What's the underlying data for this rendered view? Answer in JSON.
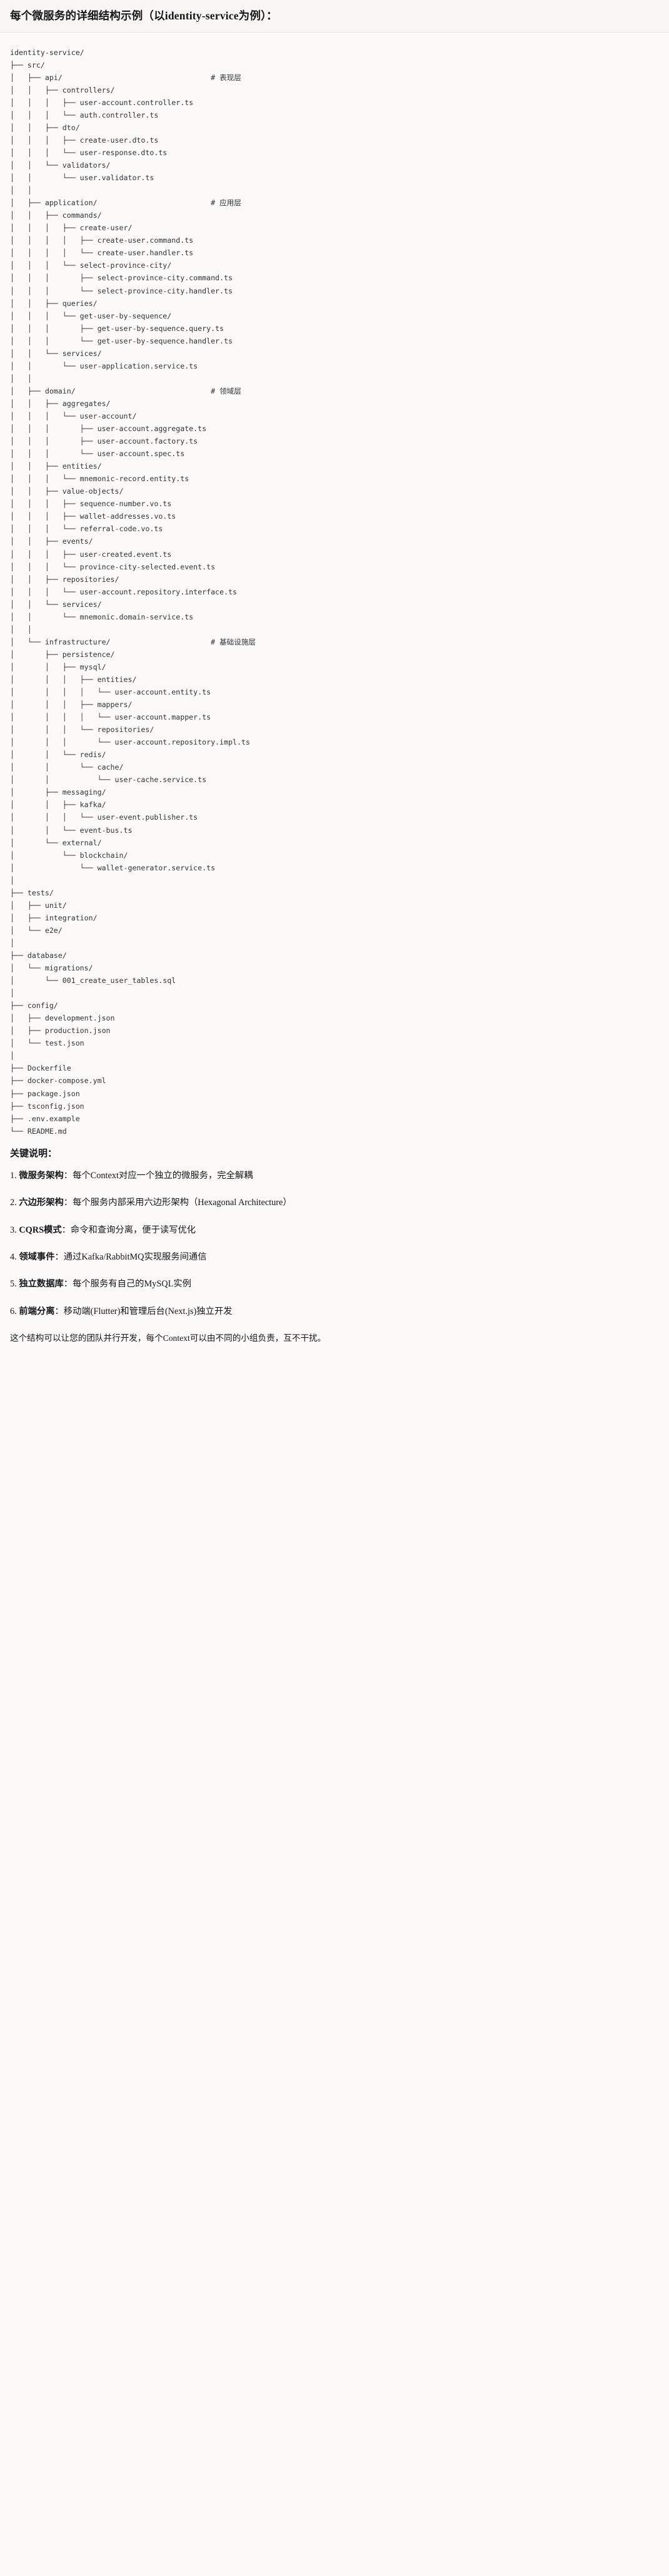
{
  "header": {
    "title": "每个微服务的详细结构示例（以identity-service为例）："
  },
  "tree": {
    "comment_column": 46,
    "lines": [
      {
        "prefix": "",
        "name": "identity-service/",
        "comment": ""
      },
      {
        "prefix": "├── ",
        "name": "src/",
        "comment": ""
      },
      {
        "prefix": "│   ├── ",
        "name": "api/",
        "comment": "# 表现层"
      },
      {
        "prefix": "│   │   ├── ",
        "name": "controllers/",
        "comment": ""
      },
      {
        "prefix": "│   │   │   ├── ",
        "name": "user-account.controller.ts",
        "comment": ""
      },
      {
        "prefix": "│   │   │   └── ",
        "name": "auth.controller.ts",
        "comment": ""
      },
      {
        "prefix": "│   │   ├── ",
        "name": "dto/",
        "comment": ""
      },
      {
        "prefix": "│   │   │   ├── ",
        "name": "create-user.dto.ts",
        "comment": ""
      },
      {
        "prefix": "│   │   │   └── ",
        "name": "user-response.dto.ts",
        "comment": ""
      },
      {
        "prefix": "│   │   └── ",
        "name": "validators/",
        "comment": ""
      },
      {
        "prefix": "│   │       └── ",
        "name": "user.validator.ts",
        "comment": ""
      },
      {
        "prefix": "│   │",
        "name": "",
        "comment": ""
      },
      {
        "prefix": "│   ├── ",
        "name": "application/",
        "comment": "# 应用层"
      },
      {
        "prefix": "│   │   ├── ",
        "name": "commands/",
        "comment": ""
      },
      {
        "prefix": "│   │   │   ├── ",
        "name": "create-user/",
        "comment": ""
      },
      {
        "prefix": "│   │   │   │   ├── ",
        "name": "create-user.command.ts",
        "comment": ""
      },
      {
        "prefix": "│   │   │   │   └── ",
        "name": "create-user.handler.ts",
        "comment": ""
      },
      {
        "prefix": "│   │   │   └── ",
        "name": "select-province-city/",
        "comment": ""
      },
      {
        "prefix": "│   │   │       ├── ",
        "name": "select-province-city.command.ts",
        "comment": ""
      },
      {
        "prefix": "│   │   │       └── ",
        "name": "select-province-city.handler.ts",
        "comment": ""
      },
      {
        "prefix": "│   │   ├── ",
        "name": "queries/",
        "comment": ""
      },
      {
        "prefix": "│   │   │   └── ",
        "name": "get-user-by-sequence/",
        "comment": ""
      },
      {
        "prefix": "│   │   │       ├── ",
        "name": "get-user-by-sequence.query.ts",
        "comment": ""
      },
      {
        "prefix": "│   │   │       └── ",
        "name": "get-user-by-sequence.handler.ts",
        "comment": ""
      },
      {
        "prefix": "│   │   └── ",
        "name": "services/",
        "comment": ""
      },
      {
        "prefix": "│   │       └── ",
        "name": "user-application.service.ts",
        "comment": ""
      },
      {
        "prefix": "│   │",
        "name": "",
        "comment": ""
      },
      {
        "prefix": "│   ├── ",
        "name": "domain/",
        "comment": "# 领域层"
      },
      {
        "prefix": "│   │   ├── ",
        "name": "aggregates/",
        "comment": ""
      },
      {
        "prefix": "│   │   │   └── ",
        "name": "user-account/",
        "comment": ""
      },
      {
        "prefix": "│   │   │       ├── ",
        "name": "user-account.aggregate.ts",
        "comment": ""
      },
      {
        "prefix": "│   │   │       ├── ",
        "name": "user-account.factory.ts",
        "comment": ""
      },
      {
        "prefix": "│   │   │       └── ",
        "name": "user-account.spec.ts",
        "comment": ""
      },
      {
        "prefix": "│   │   ├── ",
        "name": "entities/",
        "comment": ""
      },
      {
        "prefix": "│   │   │   └── ",
        "name": "mnemonic-record.entity.ts",
        "comment": ""
      },
      {
        "prefix": "│   │   ├── ",
        "name": "value-objects/",
        "comment": ""
      },
      {
        "prefix": "│   │   │   ├── ",
        "name": "sequence-number.vo.ts",
        "comment": ""
      },
      {
        "prefix": "│   │   │   ├── ",
        "name": "wallet-addresses.vo.ts",
        "comment": ""
      },
      {
        "prefix": "│   │   │   └── ",
        "name": "referral-code.vo.ts",
        "comment": ""
      },
      {
        "prefix": "│   │   ├── ",
        "name": "events/",
        "comment": ""
      },
      {
        "prefix": "│   │   │   ├── ",
        "name": "user-created.event.ts",
        "comment": ""
      },
      {
        "prefix": "│   │   │   └── ",
        "name": "province-city-selected.event.ts",
        "comment": ""
      },
      {
        "prefix": "│   │   ├── ",
        "name": "repositories/",
        "comment": ""
      },
      {
        "prefix": "│   │   │   └── ",
        "name": "user-account.repository.interface.ts",
        "comment": ""
      },
      {
        "prefix": "│   │   └── ",
        "name": "services/",
        "comment": ""
      },
      {
        "prefix": "│   │       └── ",
        "name": "mnemonic.domain-service.ts",
        "comment": ""
      },
      {
        "prefix": "│   │",
        "name": "",
        "comment": ""
      },
      {
        "prefix": "│   └── ",
        "name": "infrastructure/",
        "comment": "# 基础设施层"
      },
      {
        "prefix": "│       ├── ",
        "name": "persistence/",
        "comment": ""
      },
      {
        "prefix": "│       │   ├── ",
        "name": "mysql/",
        "comment": ""
      },
      {
        "prefix": "│       │   │   ├── ",
        "name": "entities/",
        "comment": ""
      },
      {
        "prefix": "│       │   │   │   └── ",
        "name": "user-account.entity.ts",
        "comment": ""
      },
      {
        "prefix": "│       │   │   ├── ",
        "name": "mappers/",
        "comment": ""
      },
      {
        "prefix": "│       │   │   │   └── ",
        "name": "user-account.mapper.ts",
        "comment": ""
      },
      {
        "prefix": "│       │   │   └── ",
        "name": "repositories/",
        "comment": ""
      },
      {
        "prefix": "│       │   │       └── ",
        "name": "user-account.repository.impl.ts",
        "comment": ""
      },
      {
        "prefix": "│       │   └── ",
        "name": "redis/",
        "comment": ""
      },
      {
        "prefix": "│       │       └── ",
        "name": "cache/",
        "comment": ""
      },
      {
        "prefix": "│       │           └── ",
        "name": "user-cache.service.ts",
        "comment": ""
      },
      {
        "prefix": "│       ├── ",
        "name": "messaging/",
        "comment": ""
      },
      {
        "prefix": "│       │   ├── ",
        "name": "kafka/",
        "comment": ""
      },
      {
        "prefix": "│       │   │   └── ",
        "name": "user-event.publisher.ts",
        "comment": ""
      },
      {
        "prefix": "│       │   └── ",
        "name": "event-bus.ts",
        "comment": ""
      },
      {
        "prefix": "│       └── ",
        "name": "external/",
        "comment": ""
      },
      {
        "prefix": "│           └── ",
        "name": "blockchain/",
        "comment": ""
      },
      {
        "prefix": "│               └── ",
        "name": "wallet-generator.service.ts",
        "comment": ""
      },
      {
        "prefix": "│",
        "name": "",
        "comment": ""
      },
      {
        "prefix": "├── ",
        "name": "tests/",
        "comment": ""
      },
      {
        "prefix": "│   ├── ",
        "name": "unit/",
        "comment": ""
      },
      {
        "prefix": "│   ├── ",
        "name": "integration/",
        "comment": ""
      },
      {
        "prefix": "│   └── ",
        "name": "e2e/",
        "comment": ""
      },
      {
        "prefix": "│",
        "name": "",
        "comment": ""
      },
      {
        "prefix": "├── ",
        "name": "database/",
        "comment": ""
      },
      {
        "prefix": "│   └── ",
        "name": "migrations/",
        "comment": ""
      },
      {
        "prefix": "│       └── ",
        "name": "001_create_user_tables.sql",
        "comment": ""
      },
      {
        "prefix": "│",
        "name": "",
        "comment": ""
      },
      {
        "prefix": "├── ",
        "name": "config/",
        "comment": ""
      },
      {
        "prefix": "│   ├── ",
        "name": "development.json",
        "comment": ""
      },
      {
        "prefix": "│   ├── ",
        "name": "production.json",
        "comment": ""
      },
      {
        "prefix": "│   └── ",
        "name": "test.json",
        "comment": ""
      },
      {
        "prefix": "│",
        "name": "",
        "comment": ""
      },
      {
        "prefix": "├── ",
        "name": "Dockerfile",
        "comment": ""
      },
      {
        "prefix": "├── ",
        "name": "docker-compose.yml",
        "comment": ""
      },
      {
        "prefix": "├── ",
        "name": "package.json",
        "comment": ""
      },
      {
        "prefix": "├── ",
        "name": "tsconfig.json",
        "comment": ""
      },
      {
        "prefix": "├── ",
        "name": ".env.example",
        "comment": ""
      },
      {
        "prefix": "└── ",
        "name": "README.md",
        "comment": ""
      }
    ]
  },
  "notes": {
    "heading": "关键说明：",
    "items": [
      {
        "term": "微服务架构",
        "desc": "：每个Context对应一个独立的微服务，完全解耦"
      },
      {
        "term": "六边形架构",
        "desc": "：每个服务内部采用六边形架构（Hexagonal Architecture）"
      },
      {
        "term": "CQRS模式",
        "desc": "：命令和查询分离，便于读写优化"
      },
      {
        "term": "领域事件",
        "desc": "：通过Kafka/RabbitMQ实现服务间通信"
      },
      {
        "term": "独立数据库",
        "desc": "：每个服务有自己的MySQL实例"
      },
      {
        "term": "前端分离",
        "desc": "：移动端(Flutter)和管理后台(Next.js)独立开发"
      }
    ],
    "closing": "这个结构可以让您的团队并行开发，每个Context可以由不同的小组负责，互不干扰。"
  },
  "colors": {
    "page_bg": "#fbfaf9",
    "title_bg": "#f7f6f2",
    "title_border": "#e4e2dc",
    "tree_text": "#2f3337",
    "body_text": "#14161a"
  }
}
